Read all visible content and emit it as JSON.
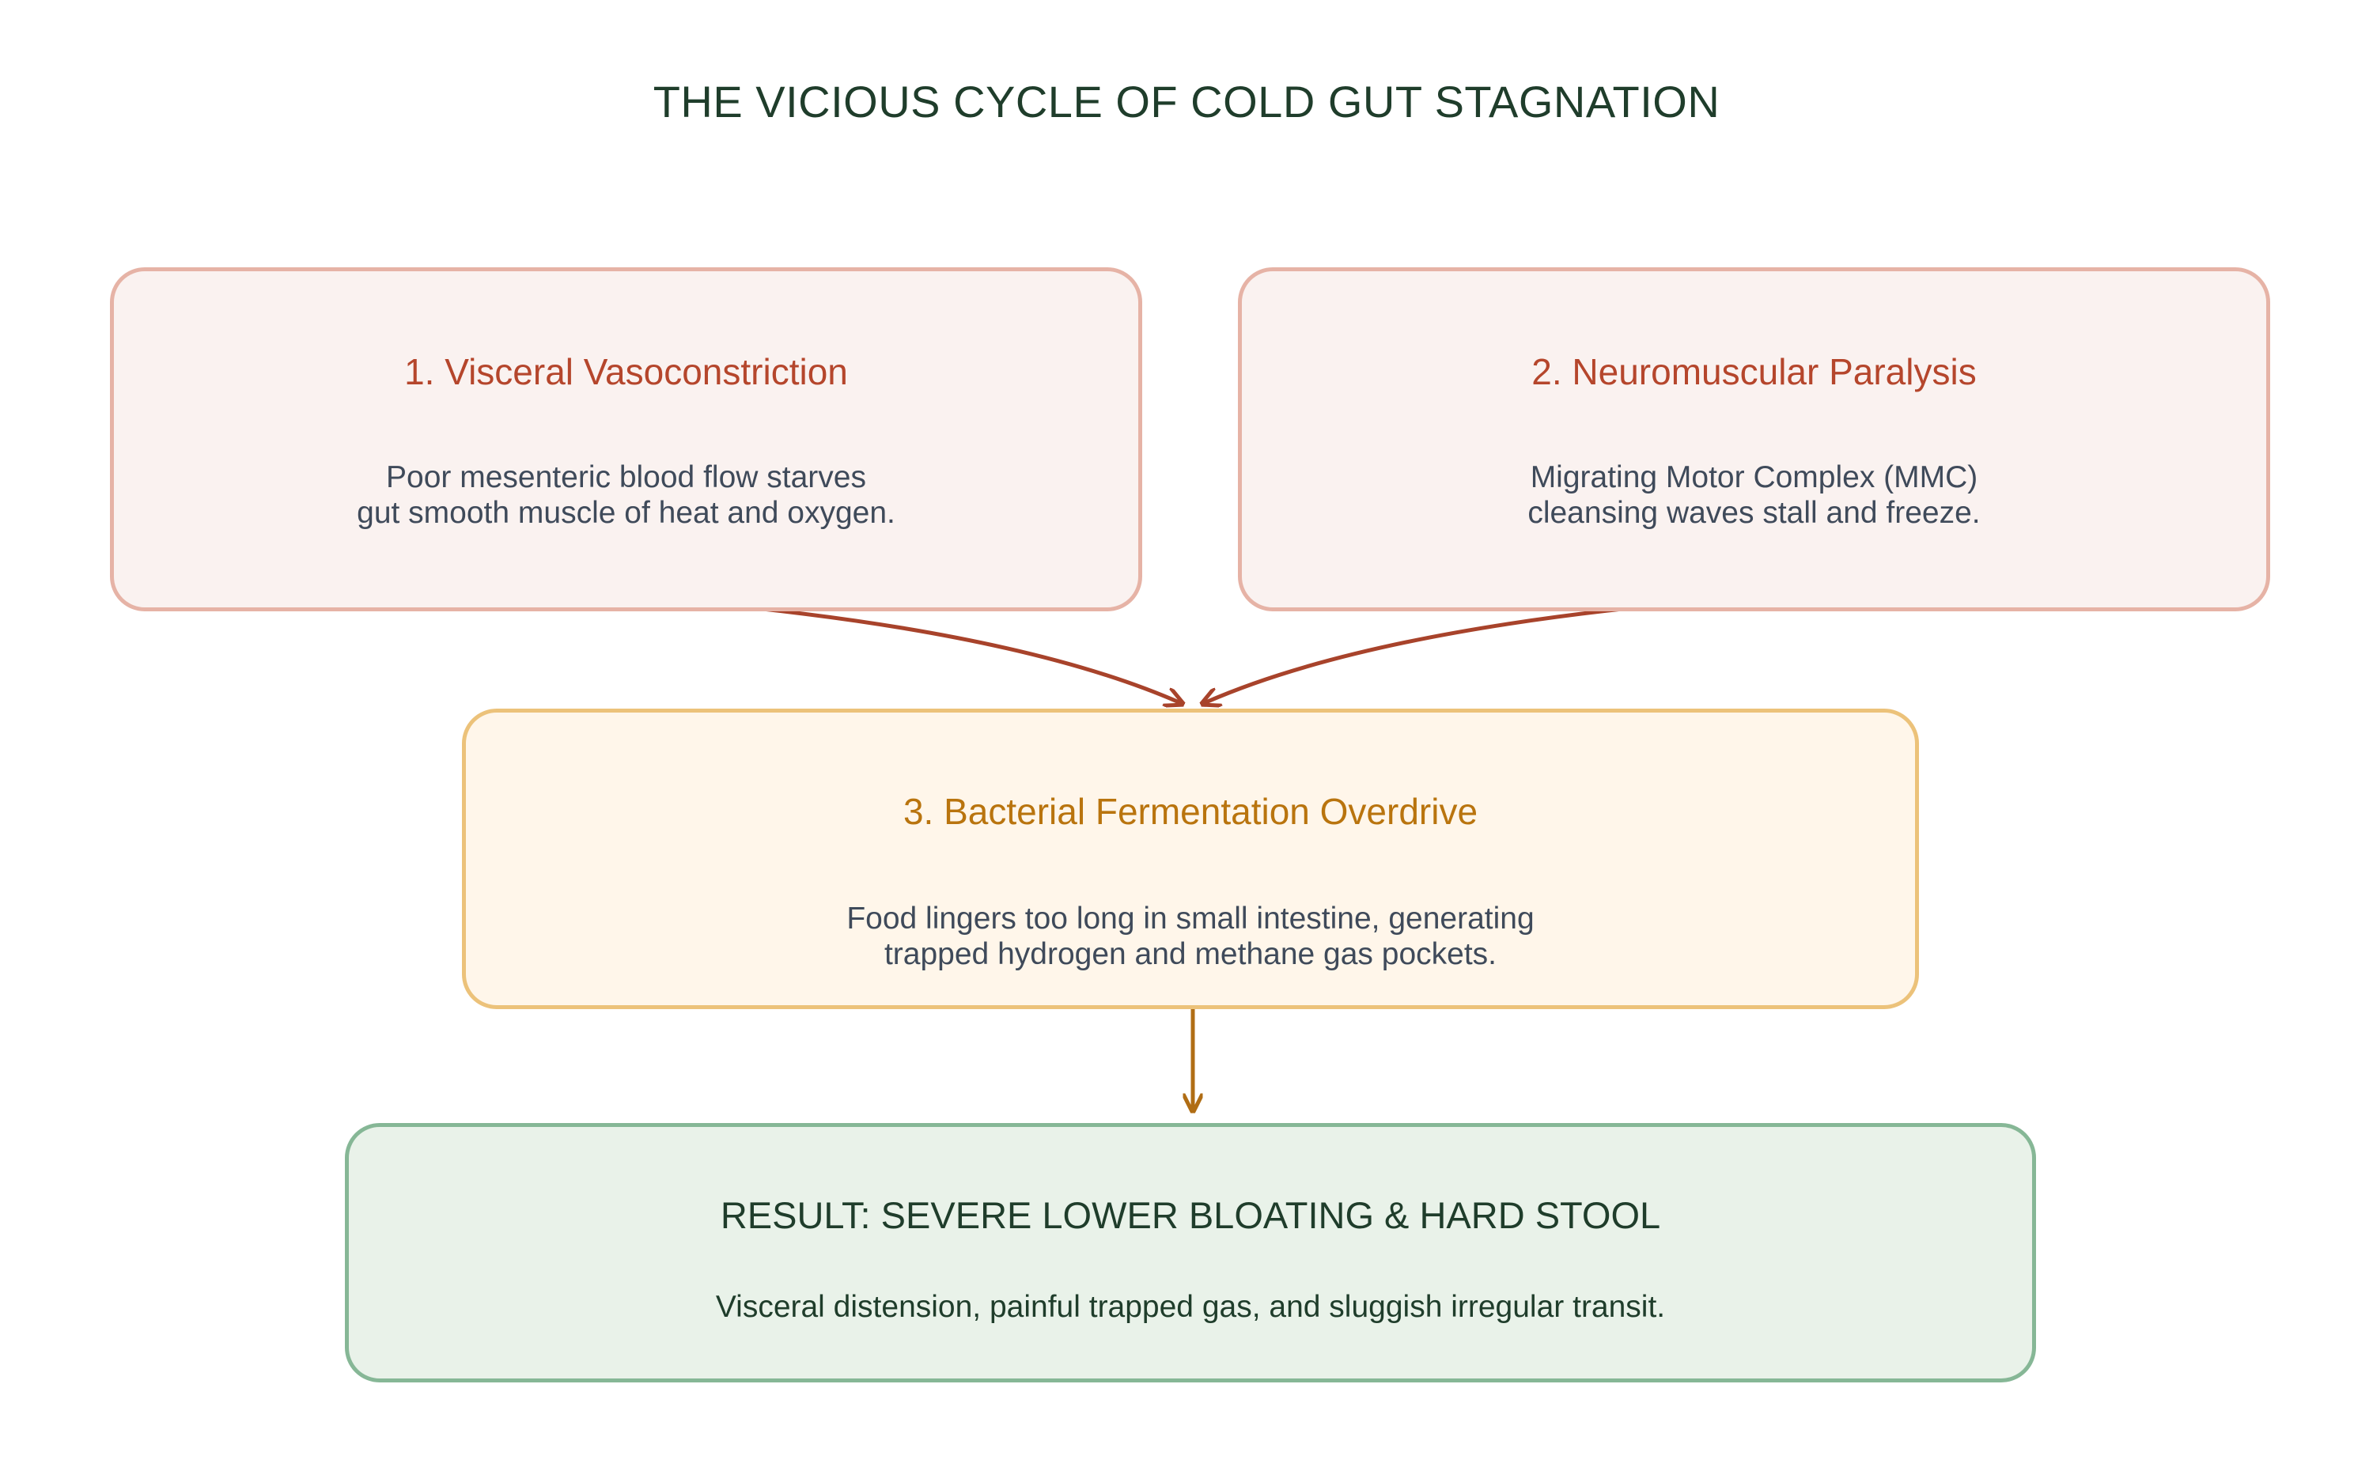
{
  "title": "THE VICIOUS CYCLE OF COLD GUT STAGNATION",
  "nodes": [
    {
      "heading": "1. Visceral Vasoconstriction",
      "body_lines": [
        "Poor mesenteric blood flow starves",
        "gut smooth muscle of heat and oxygen."
      ]
    },
    {
      "heading": "2. Neuromuscular Paralysis",
      "body_lines": [
        "Migrating Motor Complex (MMC)",
        "cleansing waves stall and freeze."
      ]
    },
    {
      "heading": "3. Bacterial Fermentation Overdrive",
      "body_lines": [
        "Food lingers too long in small intestine, generating",
        "trapped hydrogen and methane gas pockets."
      ]
    },
    {
      "heading": "RESULT: SEVERE LOWER BLOATING & HARD STOOL",
      "body_lines": [
        "Visceral distension, painful trapped gas, and sluggish irregular transit."
      ]
    }
  ],
  "edges": [
    {
      "from": "1. Visceral Vasoconstriction",
      "to": "3. Bacterial Fermentation Overdrive"
    },
    {
      "from": "2. Neuromuscular Paralysis",
      "to": "3. Bacterial Fermentation Overdrive"
    },
    {
      "from": "3. Bacterial Fermentation Overdrive",
      "to": "RESULT: SEVERE LOWER BLOATING & HARD STOOL"
    }
  ],
  "colors": {
    "cause_accent": "#b5462c",
    "fermentation_accent": "#b9740e",
    "result_accent": "#1f3d2b"
  }
}
